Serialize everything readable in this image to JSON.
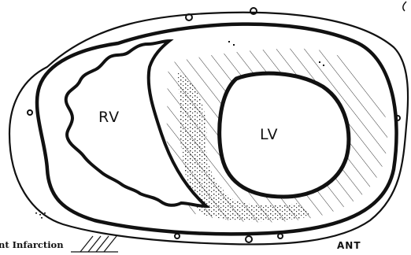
{
  "diagram": {
    "labels": {
      "right_ventricle": "RV",
      "left_ventricle": "LV",
      "anterior": "ANT",
      "legend_text": "nt Infarction"
    },
    "colors": {
      "ink": "#111111",
      "background": "#ffffff"
    }
  }
}
